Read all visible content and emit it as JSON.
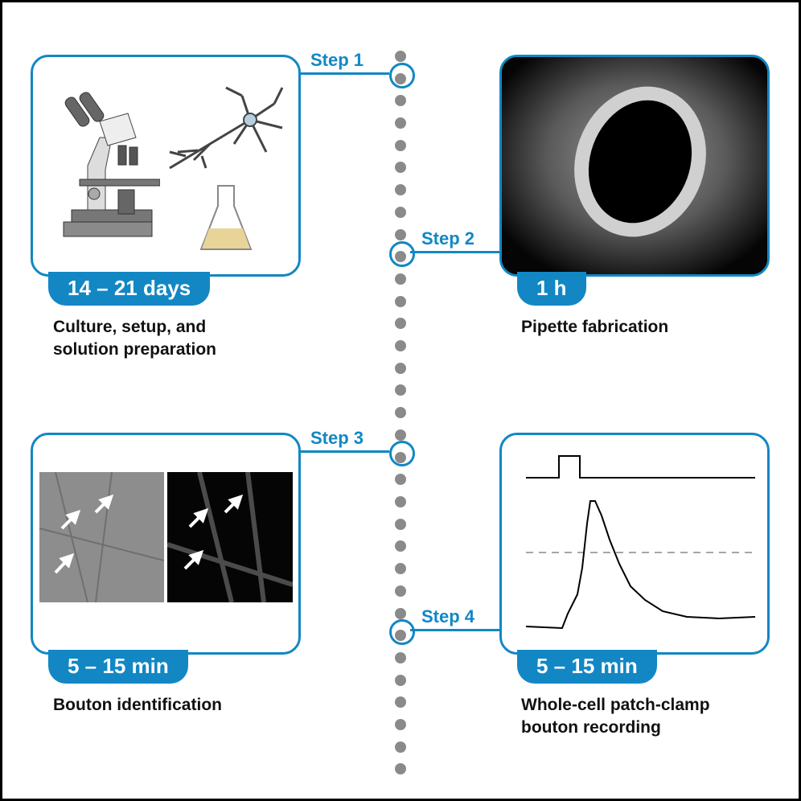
{
  "colors": {
    "accent": "#1287c4",
    "dot": "#8a8a8a",
    "text": "#111111"
  },
  "steps": [
    {
      "label": "Step 1",
      "duration": "14 – 21 days",
      "caption_line1": "Culture, setup, and",
      "caption_line2": "solution preparation",
      "icons": [
        "microscope-icon",
        "neuron-icon",
        "flask-icon"
      ]
    },
    {
      "label": "Step 2",
      "duration": "1 h",
      "caption_line1": "Pipette fabrication",
      "caption_line2": "",
      "image": "pipette-tip-micrograph"
    },
    {
      "label": "Step 3",
      "duration": "5 – 15 min",
      "caption_line1": "Bouton identification",
      "caption_line2": "",
      "images": [
        "dic-image-with-arrows",
        "fluorescence-image-with-arrows"
      ]
    },
    {
      "label": "Step 4",
      "duration": "5 – 15 min",
      "caption_line1": "Whole-cell patch-clamp",
      "caption_line2": "bouton recording",
      "image": "recording-trace"
    }
  ]
}
